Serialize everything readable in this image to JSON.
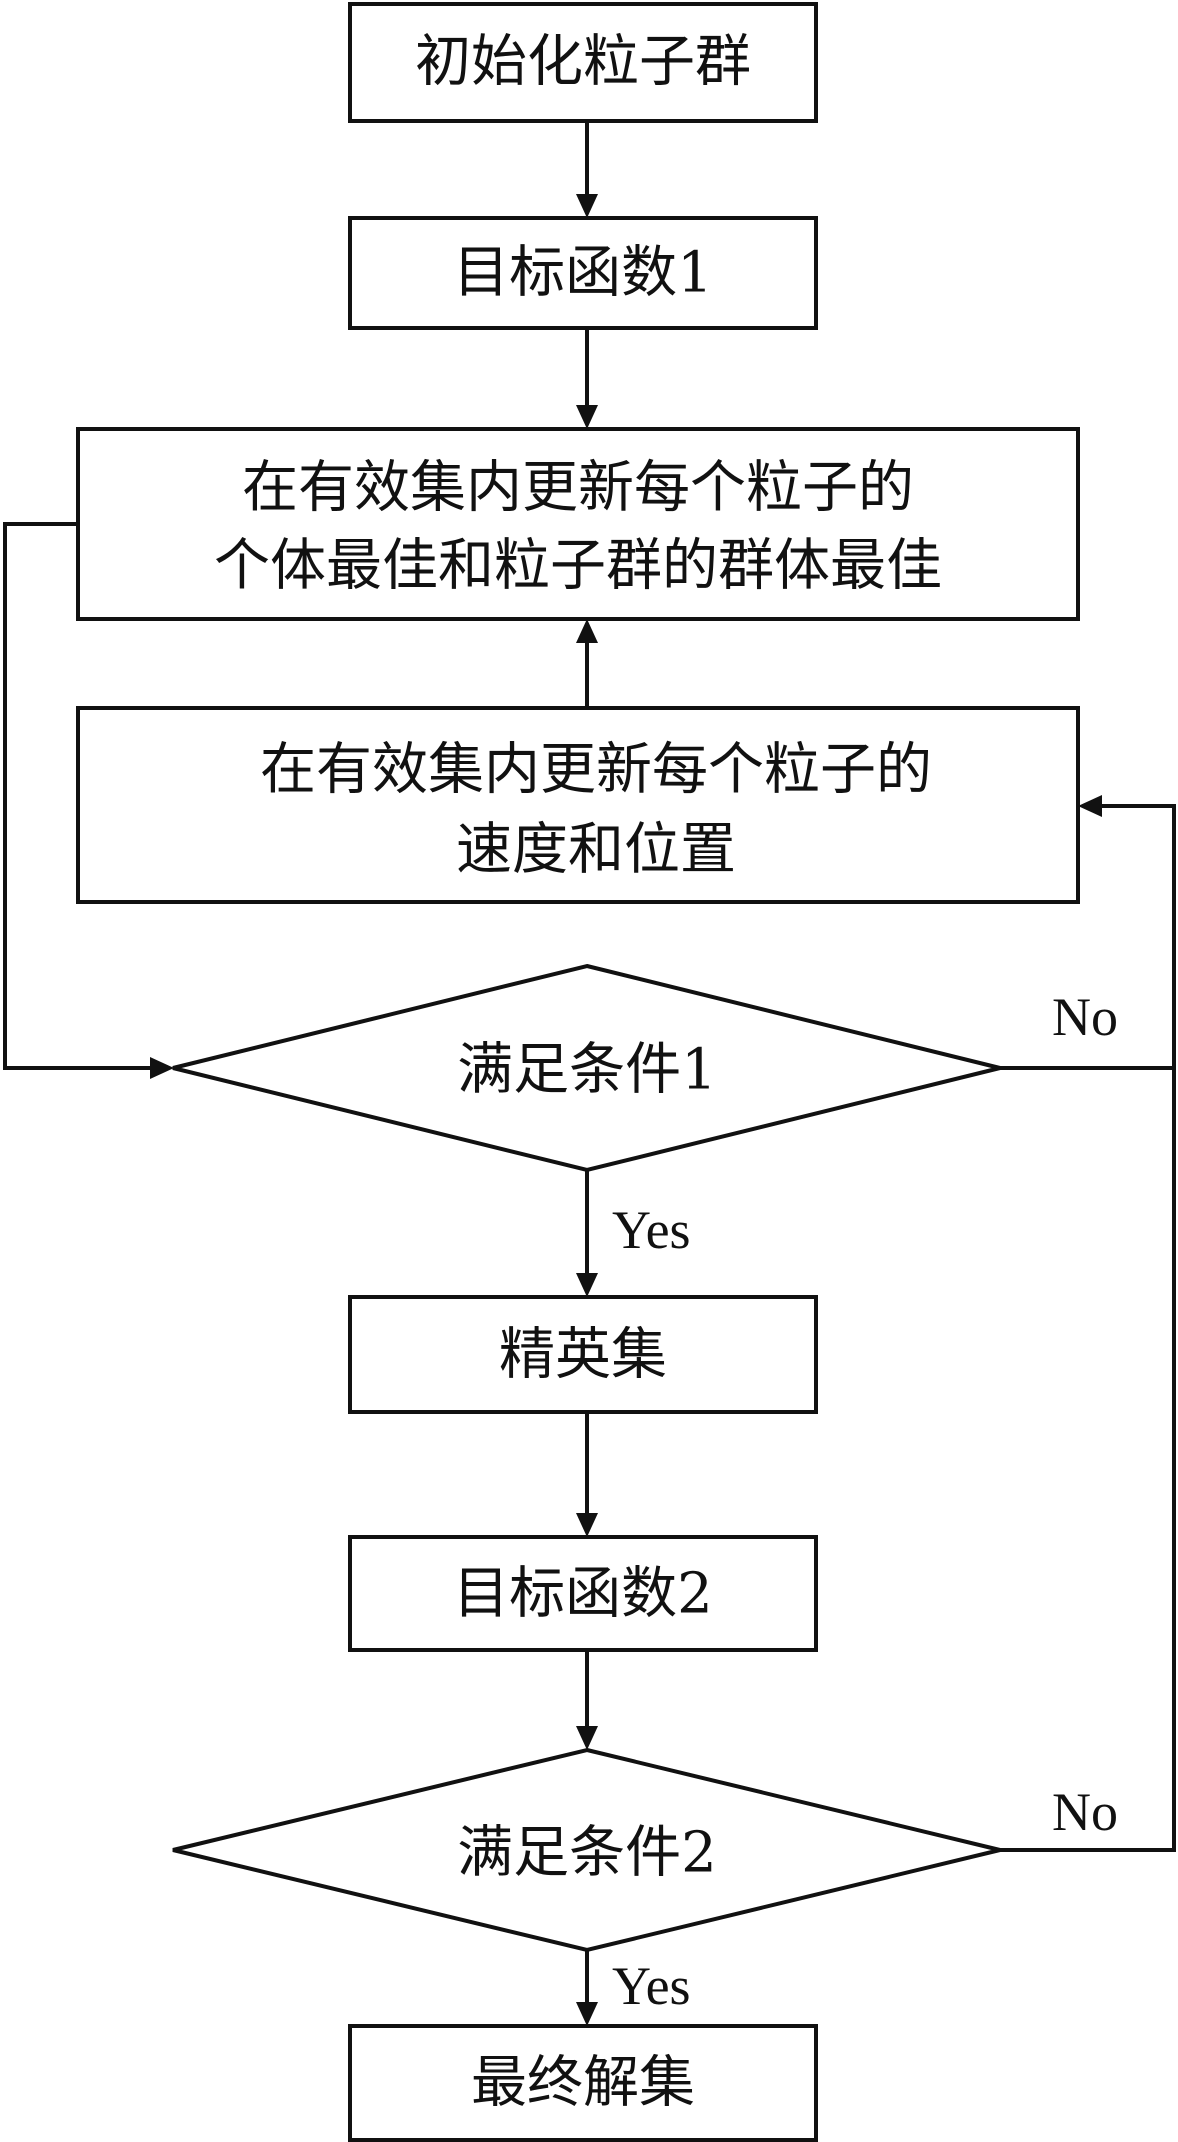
{
  "nodes": {
    "init_swarm": "初始化粒子群",
    "objective_1": "目标函数1",
    "update_best_line1": "在有效集内更新每个粒子的",
    "update_best_line2": "个体最佳和粒子群的群体最佳",
    "update_velocity_line1": "在有效集内更新每个粒子的",
    "update_velocity_line2": "速度和位置",
    "condition_1": "满足条件1",
    "elite_set": "精英集",
    "objective_2": "目标函数2",
    "condition_2": "满足条件2",
    "final_solution": "最终解集"
  },
  "edge_labels": {
    "c1_no": "No",
    "c1_yes": "Yes",
    "c2_no": "No",
    "c2_yes": "Yes"
  }
}
